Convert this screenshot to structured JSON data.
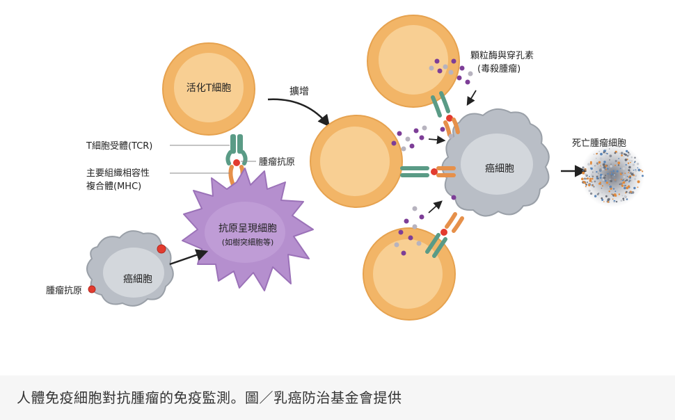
{
  "colors": {
    "t_cell_fill": "#f2b567",
    "t_cell_inner": "#f8cf93",
    "t_cell_stroke": "#e6a24f",
    "apc_fill": "#b58fce",
    "apc_stroke": "#9b72b8",
    "cancer_fill": "#b9bec6",
    "cancer_inner": "#d3d7dc",
    "cancer_stroke": "#9aa0a8",
    "antigen": "#e23b2f",
    "receptor_green": "#5a9b86",
    "mhc_orange": "#e6904a",
    "granule_purple": "#7d3e97",
    "granule_grey": "#b7b3bf",
    "arrow": "#222222"
  },
  "labels": {
    "activated_t_cell": "活化T細胞",
    "expansion": "擴增",
    "tcr": "T細胞受體(TCR)",
    "tumor_antigen_mid": "腫瘤抗原",
    "mhc_line1": "主要組織相容性",
    "mhc_line2": "複合體(MHC)",
    "apc_line1": "抗原呈現細胞",
    "apc_line2": "(如樹突細胞等)",
    "cancer_cell_left": "癌細胞",
    "tumor_antigen_left": "腫瘤抗原",
    "granzyme_line1": "顆粒酶與穿孔素",
    "granzyme_line2": "(毒殺腫瘤)",
    "cancer_cell_right": "癌細胞",
    "dead_tumor": "死亡腫瘤細胞"
  },
  "caption": "人體免疫細胞對抗腫瘤的免疫監測。圖／乳癌防治基金會提供"
}
